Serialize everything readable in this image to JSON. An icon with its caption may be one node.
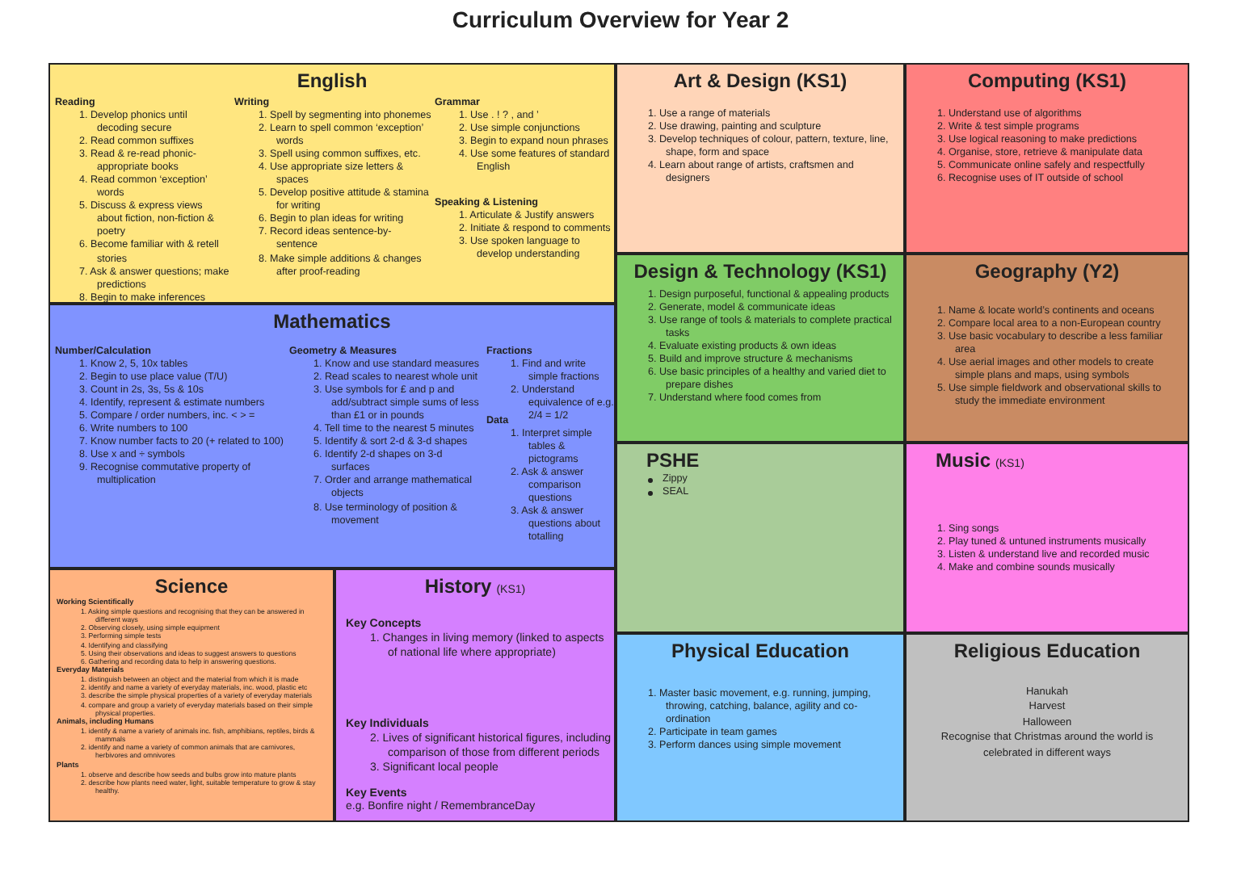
{
  "diagram": {
    "title": "Curriculum Overview for Year 2",
    "nodes": [
      {
        "text": [
          "English"
        ]
      },
      {
        "text": [
          "Reading",
          "1. Develop phonics until decoding secure",
          "2. Read common suffixes",
          "3. Read & re-read phonic-appropriate books",
          "4. Read common ‘exception’ words",
          "5. Discuss & express views about fiction, non-fiction & poetry",
          "6. Become familiar with & retell stories",
          "7. Ask & answer questions; make predictions",
          "8. Begin to make inferences"
        ],
        "in": 0
      },
      {
        "text": [
          "Writing",
          "1. Spell by segmenting into phonemes",
          "2. Learn to spell common ‘exception’ words",
          "3. Spell using common suffixes, etc.",
          "4. Use appropriate size letters & spaces",
          "5. Develop positive attitude & stamina for writing",
          "6. Begin to plan ideas for writing",
          "7. Record ideas sentence-by-sentence",
          "8. Make simple additions & changes after proof-reading"
        ],
        "in": 0
      },
      {
        "text": [
          "Grammar",
          "1. Use . ! ? , and ’",
          "2. Use simple conjunctions",
          "3. Begin to expand noun phrases",
          "4. Use some features of standard English"
        ],
        "in": 0
      },
      {
        "text": [
          "Speaking & Listening",
          "1. Articulate & Justify answers",
          "2. Initiate & respond to comments",
          "3. Use spoken language to develop understanding"
        ],
        "in": 0
      },
      {
        "text": [
          "Mathematics"
        ]
      },
      {
        "text": [
          "Number/Calculation",
          "1. Know 2, 5, 10x tables",
          "2. Begin to use place value (T/U)",
          "3. Count in 2s, 3s, 5s & 10s",
          "4. Identify, represent & estimate numbers",
          "5. Compare / order numbers, inc. < > =",
          "6. Write numbers to 100",
          "7. Know number facts to 20 (+ related to 100)",
          "8. Use x and ÷ symbols",
          "9. Recognise commutative property of multiplication"
        ],
        "in": 5
      },
      {
        "text": [
          "Geometry & Measures",
          "1. Know and use standard measures",
          "2. Read scales to nearest whole unit",
          "3. Use symbols for £ and p and add/subtract simple sums of less than £1 or in pounds",
          "4. Tell time to the nearest 5 minutes",
          "5. Identify & sort 2-d & 3-d shapes",
          "6. Identify 2-d shapes on 3-d surfaces",
          "7. Order and arrange mathematical objects",
          "8. Use terminology of position & movement"
        ],
        "in": 5
      },
      {
        "text": [
          "Fractions",
          "1. Find and write simple fractions",
          "2. Understand equivalence of e.g. 2/4 = 1/2"
        ],
        "in": 5
      },
      {
        "text": [
          "Data",
          "1. Interpret simple tables & pictograms",
          "2. Ask & answer comparison questions",
          "3. Ask & answer questions about totalling"
        ],
        "in": 5
      },
      {
        "text": [
          "Science"
        ]
      },
      {
        "text": [
          "Working Scientifically",
          "1. Asking simple questions and recognising that they can be answered in different ways",
          "2. Observing closely, using simple equipment",
          "3. Performing simple tests",
          "4. Identifying and classifying",
          "5. Using their observations and ideas to suggest answers to questions",
          "6. Gathering and recording data to help in answering questions."
        ],
        "in": 10
      },
      {
        "text": [
          "Everyday Materials",
          "1. distinguish between an object and the material from which it is made",
          "2. identify and name a variety of everyday materials, inc. wood, plastic etc",
          "3. describe the simple physical properties of a variety of everyday materials",
          "4. compare and group a variety of everyday materials based on their simple physical properties."
        ],
        "in": 10
      },
      {
        "text": [
          "Animals, including Humans",
          "1. identify & name a variety of animals inc. fish, amphibians, reptiles, birds & mammals",
          "2. identify and name a variety of common animals that are carnivores, herbivores and omnivores"
        ],
        "in": 10
      },
      {
        "text": [
          "Plants",
          "1. observe and describe how seeds and bulbs grow into mature plants",
          "2. describe how plants need water, light, suitable temperature to grow & stay healthy."
        ],
        "in": 10
      },
      {
        "text": [
          "History",
          "(KS1)"
        ]
      },
      {
        "text": [
          "Key Concepts",
          "1. Changes in living memory (linked to aspects of national life where appropriate)"
        ],
        "in": 15
      },
      {
        "text": [
          "Key Individuals",
          "2. Lives of significant historical figures, including comparison of those from different periods",
          "3. Significant local people"
        ],
        "in": 15
      },
      {
        "text": [
          "Key Events",
          "e.g. Bonfire night / RemembranceDay"
        ],
        "in": 15
      },
      {
        "text": [
          "Art & Design (KS1)",
          "1. Use a range of materials",
          "2. Use drawing, painting and sculpture",
          "3. Develop techniques of colour, pattern, texture, line, shape, form and space",
          "4. Learn about range of artists, craftsmen and designers"
        ]
      },
      {
        "text": [
          "Computing (KS1)",
          "1. Understand use of algorithms",
          "2. Write & test simple programs",
          "3. Use logical reasoning to make predictions",
          "4. Organise, store, retrieve & manipulate data",
          "5. Communicate online safely and respectfully",
          "6. Recognise uses of IT outside of school"
        ]
      },
      {
        "text": [
          "Design & Technology (KS1)",
          "1. Design purposeful, functional & appealing products",
          "2. Generate, model & communicate ideas",
          "3. Use range of tools & materials to complete practical tasks",
          "4. Evaluate existing products & own ideas",
          "5. Build and improve structure & mechanisms",
          "6. Use basic principles of a healthy and varied diet to prepare dishes",
          "7. Understand where food comes from"
        ]
      },
      {
        "text": [
          "Geography (Y2)",
          "1. Name & locate world’s continents and oceans",
          "2. Compare local area to a non-European country",
          "3. Use basic vocabulary to describe a less familiar area",
          "4. Use aerial images and other models to create simple plans and maps, using symbols",
          "5. Use simple fieldwork and observational skills to study the immediate environment"
        ]
      },
      {
        "text": [
          "PSHE",
          "Zippy",
          "SEAL"
        ]
      },
      {
        "text": [
          "Music",
          "(KS1)",
          "1. Sing songs",
          "2. Play tuned & untuned instruments musically",
          "3. Listen & understand live and recorded music",
          "4. Make and combine sounds musically"
        ]
      },
      {
        "text": [
          "Physical Education",
          "1. Master basic movement, e.g. running, jumping, throwing, catching, balance, agility and co-ordination",
          "2. Participate in team games",
          "3. Perform dances using simple movement"
        ]
      },
      {
        "text": [
          "Religious Education",
          "Hanukah",
          "Harvest",
          "Halloween",
          "Recognise that Christmas around the world is celebrated in different ways"
        ]
      }
    ],
    "edges": []
  }
}
